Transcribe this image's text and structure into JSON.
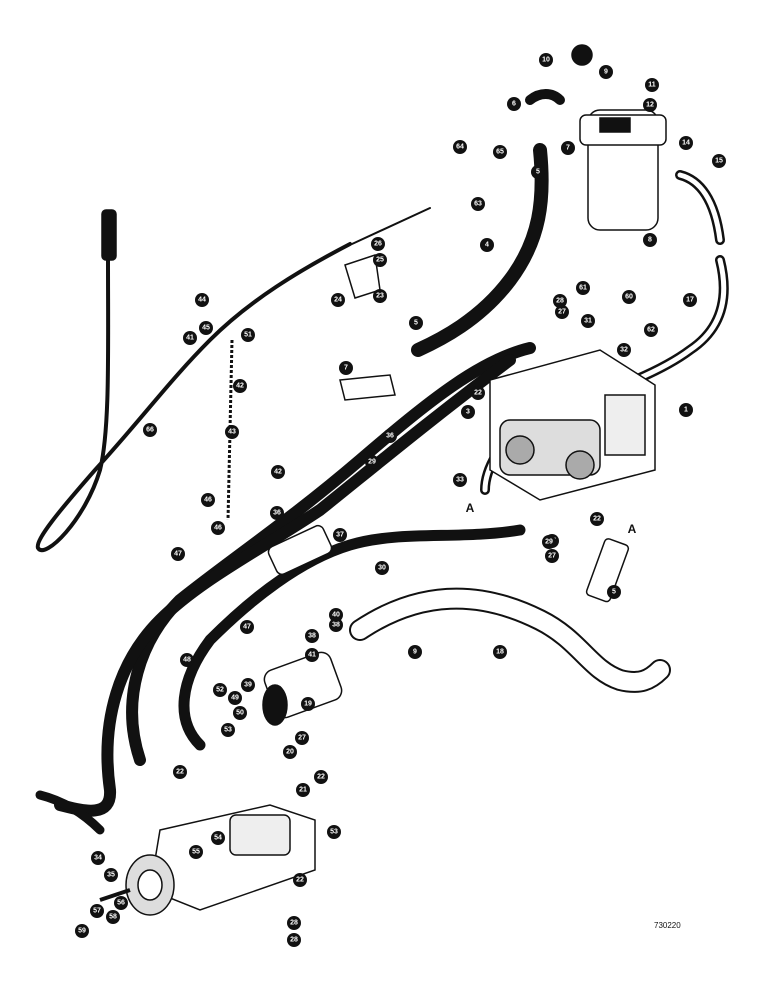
{
  "diagram": {
    "drawing_number": "730220",
    "section_markers": [
      "A",
      "A"
    ],
    "callouts": [
      "1",
      "3",
      "4",
      "5",
      "5",
      "5",
      "6",
      "7",
      "7",
      "8",
      "9",
      "9",
      "10",
      "11",
      "12",
      "14",
      "15",
      "17",
      "18",
      "19",
      "20",
      "21",
      "22",
      "22",
      "22",
      "22",
      "22",
      "23",
      "24",
      "25",
      "26",
      "27",
      "27",
      "27",
      "27",
      "28",
      "28",
      "28",
      "29",
      "29",
      "30",
      "31",
      "32",
      "33",
      "34",
      "35",
      "36",
      "36",
      "37",
      "38",
      "38",
      "39",
      "40",
      "41",
      "41",
      "42",
      "42",
      "43",
      "44",
      "45",
      "46",
      "46",
      "47",
      "47",
      "48",
      "49",
      "50",
      "51",
      "52",
      "53",
      "53",
      "54",
      "55",
      "56",
      "57",
      "58",
      "59",
      "60",
      "61",
      "62",
      "63",
      "64",
      "65",
      "66"
    ]
  },
  "colors": {
    "line": "#111111",
    "background": "#ffffff"
  }
}
